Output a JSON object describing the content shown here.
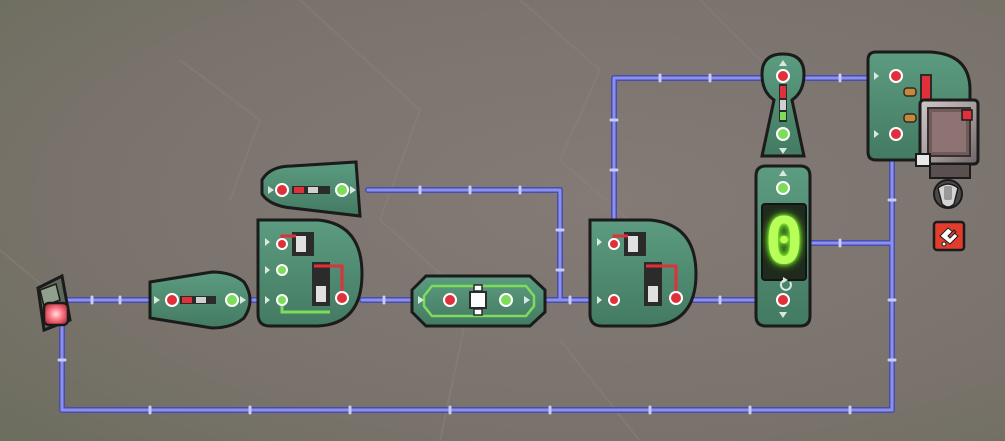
{
  "game": {
    "counter": {
      "display_value": "0"
    },
    "colors": {
      "active_signal": "#e0303a",
      "standby_signal": "#7ddc5a",
      "wire": "#8a8ff0",
      "device_body": "#4f8a70",
      "warning_badge": "#e23c2c"
    },
    "components": [
      {
        "id": "signal-switch",
        "kind": "switch",
        "state": "on"
      },
      {
        "id": "buffer-gate-left",
        "kind": "buffer-gate",
        "icon": "buffer-gate-icon"
      },
      {
        "id": "buffer-gate-top",
        "kind": "buffer-gate",
        "icon": "buffer-gate-icon"
      },
      {
        "id": "and-gate-left",
        "kind": "and-gate",
        "icon": "and-gate-icon"
      },
      {
        "id": "not-gate",
        "kind": "not-gate",
        "icon": "not-gate-icon"
      },
      {
        "id": "and-gate-right",
        "kind": "and-gate",
        "icon": "and-gate-icon"
      },
      {
        "id": "filter-gate",
        "kind": "filter-gate",
        "icon": "filter-gate-icon"
      },
      {
        "id": "signal-counter",
        "kind": "counter",
        "icon": "reset-icon"
      },
      {
        "id": "memory-toggle",
        "kind": "memory-toggle",
        "icon": "memory-icon"
      },
      {
        "id": "automatic-dispenser",
        "kind": "dispenser",
        "icon": "dispenser-icon"
      },
      {
        "id": "overheat-warning",
        "kind": "status-badge",
        "icon": "warning-icon"
      }
    ]
  }
}
